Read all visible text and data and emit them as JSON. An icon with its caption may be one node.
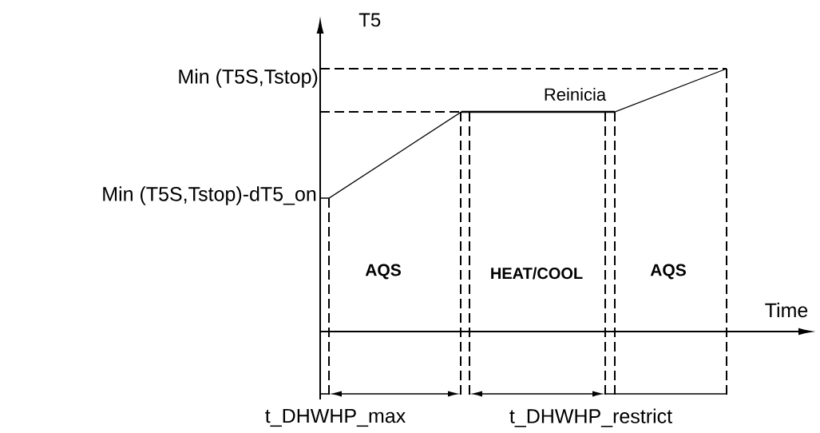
{
  "diagram": {
    "labels": [
      "T5",
      "Min (T5S,Tstop)",
      "Reinicia",
      "Min (T5S,Tstop)-dT5_on",
      "AQS",
      "HEAT/COOL",
      "AQS",
      "Time",
      "t_DHWHP_max",
      "t_DHWHP_restrict"
    ]
  }
}
